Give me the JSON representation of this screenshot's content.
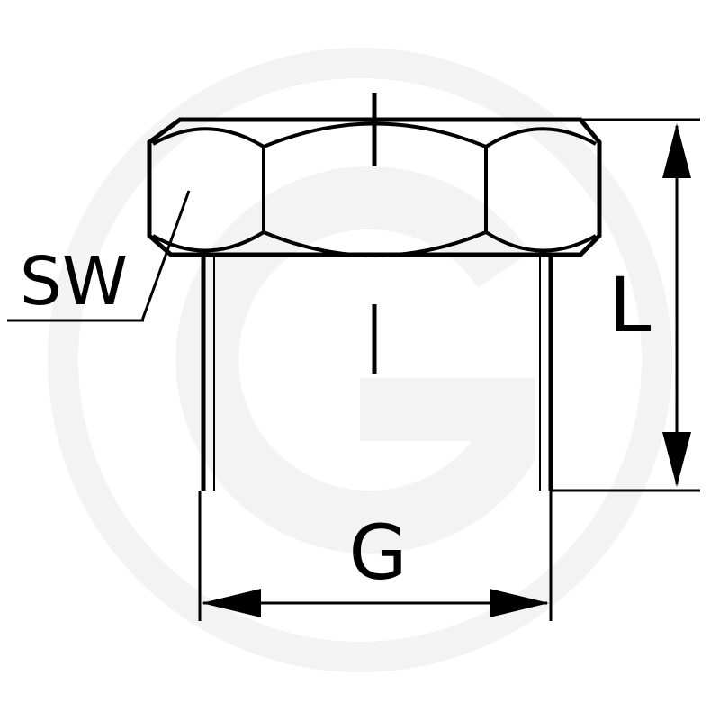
{
  "diagram": {
    "labels": {
      "wrench_size": "SW",
      "length": "L",
      "thread": "G"
    },
    "colors": {
      "line": "#000000",
      "background": "#ffffff",
      "watermark": "#f3f3f3"
    }
  }
}
